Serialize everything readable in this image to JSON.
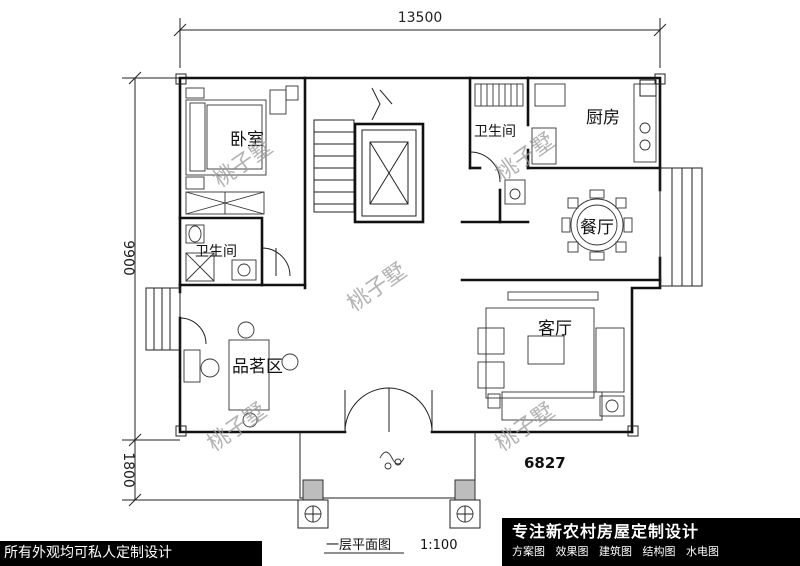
{
  "dimensions": {
    "top_width": "13500",
    "left_height": "9900",
    "porch_depth": "1800"
  },
  "rooms": {
    "bedroom": "卧室",
    "bathroom_left": "卫生间",
    "bathroom_right": "卫生间",
    "kitchen": "厨房",
    "dining": "餐厅",
    "living": "客厅",
    "tea_area": "品茗区"
  },
  "watermark": "桃子墅",
  "plan_code": "6827",
  "plan_title": "一层平面图",
  "plan_scale": "1:100",
  "banner_left": "所有外观均可私人定制设计",
  "banner_right": {
    "headline": "专注新农村房屋定制设计",
    "services": [
      "方案图",
      "效果图",
      "建筑图",
      "结构图",
      "水电图"
    ]
  }
}
